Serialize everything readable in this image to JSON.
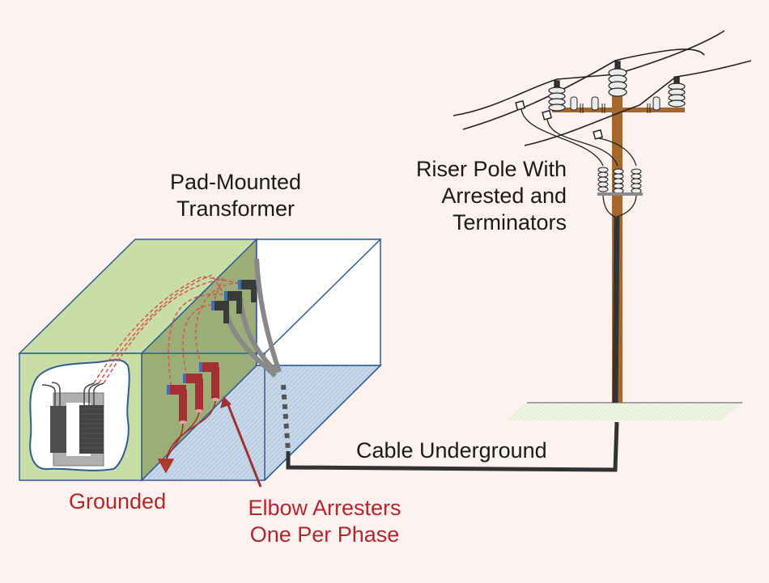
{
  "title": "Riser pole to pad-mounted transformer with elbow arresters",
  "labels": {
    "pad_mounted_transformer": {
      "line1": "Pad-Mounted",
      "line2": "Transformer"
    },
    "riser_pole": {
      "line1": "Riser Pole With",
      "line2": "Arrested and",
      "line3": "Terminators"
    },
    "cable_underground": "Cable Underground",
    "grounded": "Grounded",
    "elbow_arresters": {
      "line1": "Elbow Arresters",
      "line2": "One Per Phase"
    }
  },
  "components": {
    "elbow_arrester_count": 3,
    "elbow_connector_count": 3,
    "pole_insulator_count": 3,
    "riser_terminator_count": 3,
    "overhead_conductor_count": 3
  },
  "colors": {
    "background": "#fdf2f0",
    "transformer_light_green": "#c9dea6",
    "transformer_dark_green": "#9cae78",
    "box_outline": "#2e5d94",
    "floor_blue": "#c2d5e6",
    "arrester_red": "#a32f32",
    "label_red": "#b3262a",
    "pole_brown": "#a5672c",
    "cable_dark": "#333333",
    "ground_pad": "#e8f0d8"
  }
}
